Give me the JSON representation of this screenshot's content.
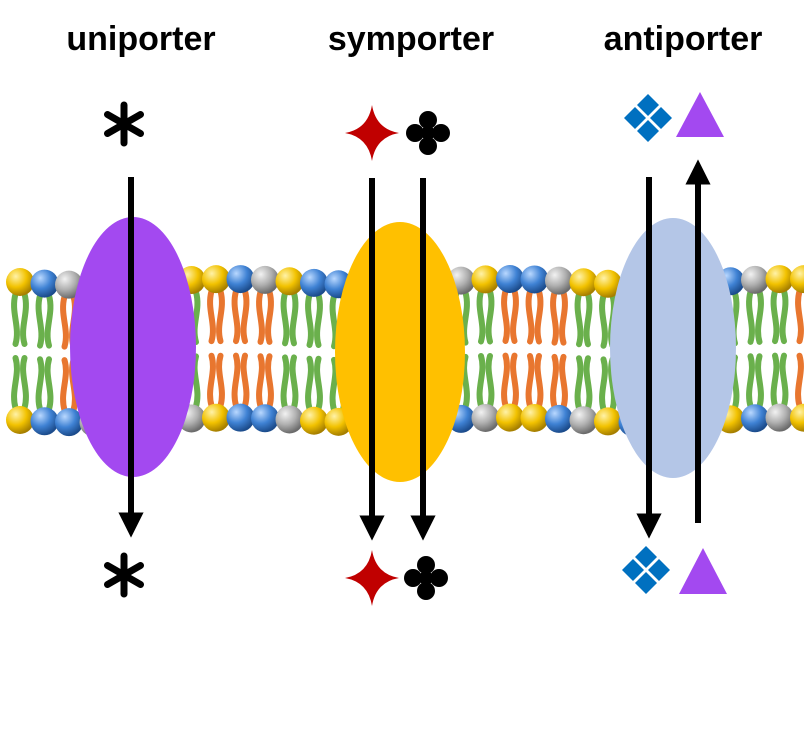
{
  "titles": {
    "uniporter": "uniporter",
    "symporter": "symporter",
    "antiporter": "antiporter"
  },
  "colors": {
    "uniporter_protein": "#a349f0",
    "symporter_protein": "#ffc000",
    "antiporter_protein": "#b4c6e7",
    "red_star": "#c00000",
    "blue_diamonds": "#0070c0",
    "purple_triangle": "#a349f0",
    "arrow": "#000000",
    "head_gold": "#f2c200",
    "head_blue": "#3f82d4",
    "head_gray": "#b0b0b0",
    "tail_orange": "#e8762f",
    "tail_green": "#6ab04c"
  },
  "icons": {
    "uniporter_molecule": "asterisk-icon",
    "symporter_molecule_a": "four-point-star-icon",
    "symporter_molecule_b": "club-cross-icon",
    "antiporter_molecule_a": "diamond-cluster-icon",
    "antiporter_molecule_b": "triangle-icon"
  },
  "arrows": {
    "uniporter": [
      "down"
    ],
    "symporter": [
      "down",
      "down"
    ],
    "antiporter": [
      "down",
      "up"
    ]
  }
}
